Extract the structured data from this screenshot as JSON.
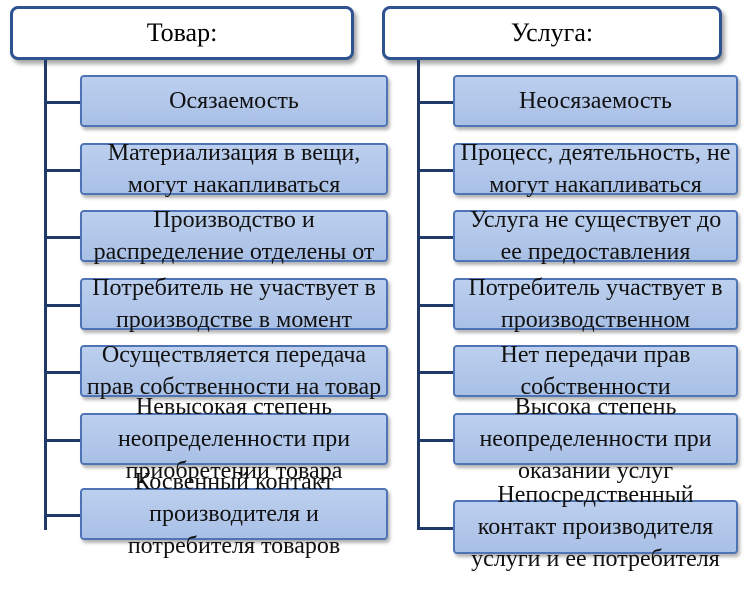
{
  "left": {
    "header": "Товар:",
    "items": [
      "Осязаемость",
      "Материализация в вещи, могут накапливаться",
      "Производство и распределение отделены от",
      "Потребитель не участвует в производстве в момент",
      "Осуществляется передача прав собственности на товар",
      "Невысокая степень неопределенности при приобретении товара",
      "Косвенный контакт производителя и потребителя товаров"
    ]
  },
  "right": {
    "header": "Услуга:",
    "items": [
      "Неосязаемость",
      "Процесс, деятельность, не могут накапливаться",
      "Услуга не существует до ее предоставления",
      "Потребитель участвует в производственном",
      "Нет передачи прав собственности",
      "Высока степень неопределенности при оказании услуг",
      "Непосредственный контакт производителя услуги и ее потребителя"
    ]
  }
}
